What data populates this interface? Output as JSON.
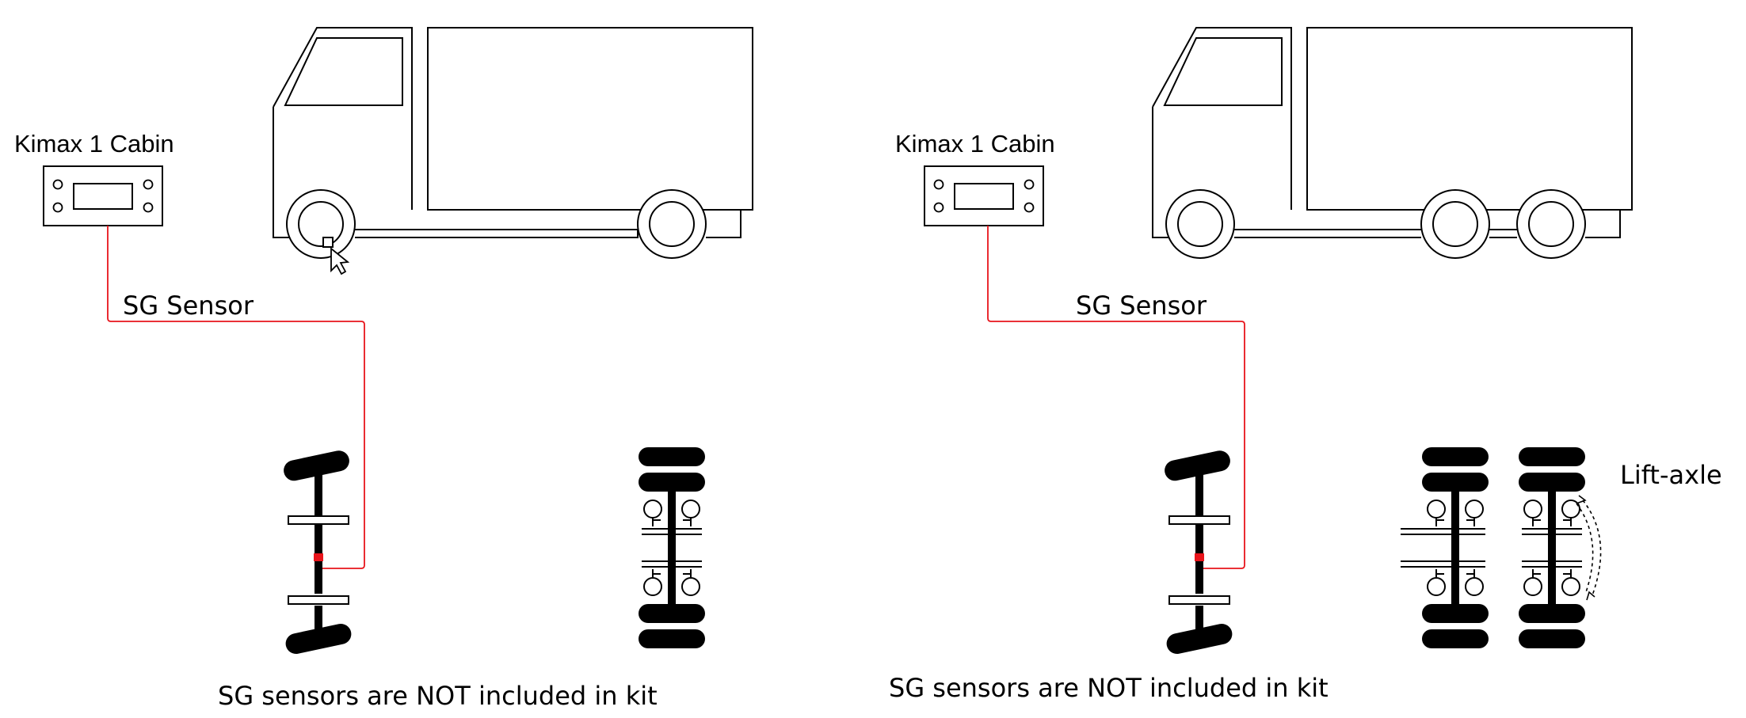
{
  "left_panel": {
    "cabin_label": "Kimax 1 Cabin",
    "sensor_label": "SG Sensor",
    "footnote": "SG sensors are NOT included in kit"
  },
  "right_panel": {
    "cabin_label": "Kimax 1 Cabin",
    "sensor_label": "SG Sensor",
    "lift_axle_label": "Lift-axle",
    "footnote": "SG sensors are NOT included in kit"
  },
  "colors": {
    "ink": "#000000",
    "sensor_wire": "#e8141b",
    "background": "#ffffff"
  },
  "icons": [
    "cursor-arrow-icon"
  ]
}
